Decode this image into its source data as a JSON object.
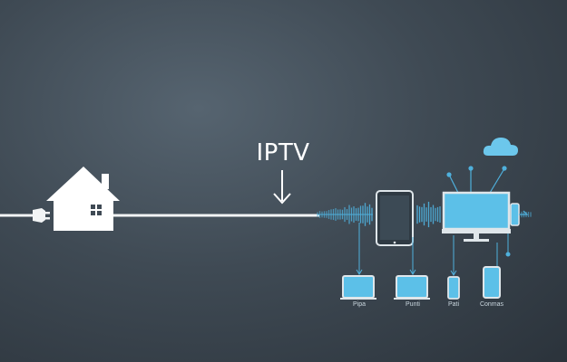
{
  "title": "IPTV",
  "device_labels": [
    "Pipa",
    "Punti",
    "Pati",
    "Conmas"
  ],
  "colors": {
    "accent": "#4fb0dc",
    "screen": "#5cc0e8",
    "line": "#f2f4f5",
    "house": "#ffffff",
    "background": "#3f4a54"
  },
  "icons": [
    "house-icon",
    "plug-icon",
    "cloud-icon",
    "monitor-icon",
    "tablet-icon",
    "phone-icon",
    "laptop-icon"
  ]
}
